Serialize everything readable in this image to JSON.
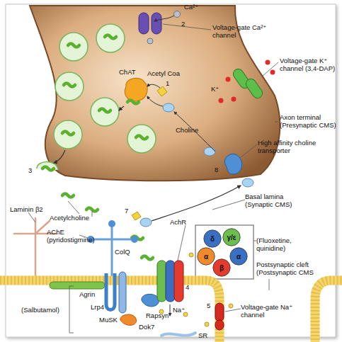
{
  "diagram": {
    "nodes": [
      {
        "text": [
          "δ"
        ]
      },
      {
        "text": [
          "γ/ε"
        ]
      },
      {
        "text": [
          "α"
        ]
      },
      {
        "text": [
          "β"
        ]
      },
      {
        "text": [
          "α"
        ]
      }
    ],
    "labels": [
      "Ca²⁺",
      "2",
      "Voltage-gate Ca²⁺ channel",
      "Voltage-gate K⁺ channel (3,4-DAP)",
      "ChAT",
      "Acetyl Coa",
      "1",
      "K⁺",
      "Choline",
      "Axon terminal (Presynaptic CMS)",
      "3",
      "High affinity choline transporter",
      "8",
      "Acetylcholine",
      "Basal lamina (Synaptic CMS)",
      "Laminin β2",
      "AChE (pyridostigmine)",
      "7",
      "ColQ",
      "AchR",
      "(Fluoxetine, quinidine)",
      "Postsynaptic cleft (Postsynaptic CMS",
      "Agrin",
      "Lrp4",
      "4",
      "Na⁺",
      "(Salbutamol)",
      "MuSK",
      "Rapsyn",
      "5",
      "Voltage-gate Na⁺ channel",
      "Dok7",
      "SR"
    ]
  }
}
